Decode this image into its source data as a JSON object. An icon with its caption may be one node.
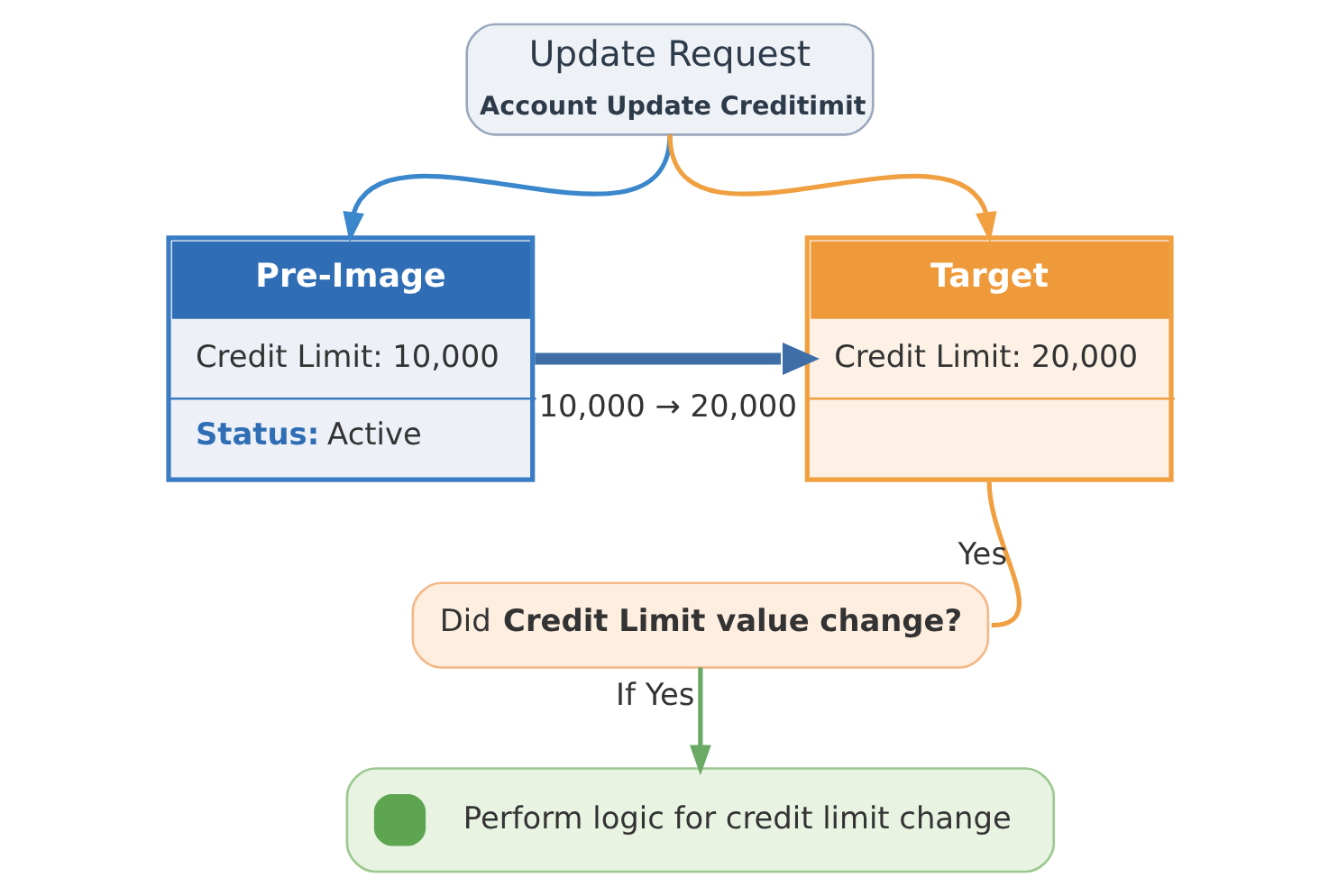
{
  "diagram": {
    "nodes": [
      {
        "text": [
          "Update Request",
          "Account Update Creditimit"
        ]
      },
      {
        "text": [
          "Pre-Image",
          "Credit Limit: 10,000",
          "**Status:** Active"
        ]
      },
      {
        "text": [
          "Target",
          "Credit Limit: 20,000"
        ]
      },
      {
        "text": [
          "Did **Credit Limit value change?**"
        ]
      },
      {
        "text": [
          "Perform logic for credit limit change"
        ]
      }
    ],
    "edges": [
      {
        "from": 0,
        "to": 1,
        "arrow": "to",
        "color": "#3b87cc"
      },
      {
        "from": 0,
        "to": 2,
        "arrow": "to",
        "color": "#f0a040"
      },
      {
        "from": 1,
        "to": 2,
        "arrow": "to",
        "label": "10,000 → 20,000",
        "style": "thick",
        "color": "#3f6ea6"
      },
      {
        "from": 2,
        "to": 3,
        "arrow": "none",
        "label": "Yes",
        "color": "#f0a040"
      },
      {
        "from": 3,
        "to": 4,
        "arrow": "to",
        "label": "If Yes",
        "color": "#6aaa64"
      }
    ]
  }
}
